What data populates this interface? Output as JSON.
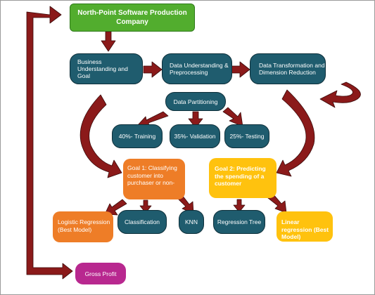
{
  "title": "North-Point Software Production Company",
  "pipeline": {
    "business": "Business Understanding and Goal",
    "data_understanding": "Data Understanding & Preprocessing",
    "transformation": "Data Transformation and Dimension Reduction"
  },
  "partitioning": {
    "label": "Data Partitioning",
    "training": "40%- Training",
    "validation": "35%- Validation",
    "testing": "25%- Testing"
  },
  "goals": {
    "goal1": "Goal 1: Classifying customer into purchaser or non-",
    "goal2": "Goal 2: Predicting the spending of a customer"
  },
  "models": {
    "logistic": "Logistic Regression (Best Model)",
    "classification": "Classification",
    "knn": "KNN",
    "regression_tree": "Regression Tree",
    "linear": "Linear regression (Best Model)"
  },
  "outcome": "Gross Profit",
  "colors": {
    "title_box": "#52ad2e",
    "process_box": "#1f5c6e",
    "goal1_box": "#ee7d27",
    "goal2_box": "#ffc20e",
    "outcome_box": "#b8288f",
    "arrow": "#8b1a1a"
  }
}
